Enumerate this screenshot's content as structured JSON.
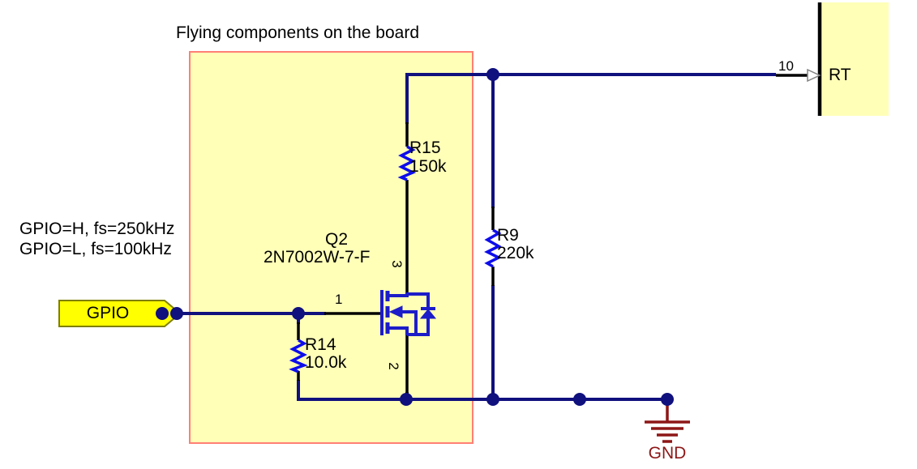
{
  "title": "Flying components on the board",
  "note": {
    "line1": "GPIO=H, fs=250kHz",
    "line2": "GPIO=L, fs=100kHz"
  },
  "gpio_port": {
    "label": "GPIO"
  },
  "transistor": {
    "designator": "Q2",
    "part_number": "2N7002W-7-F",
    "pin_gate": "1",
    "pin_source": "2",
    "pin_drain": "3"
  },
  "resistors": {
    "r15": {
      "designator": "R15",
      "value": "150k"
    },
    "r9": {
      "designator": "R9",
      "value": "220k"
    },
    "r14": {
      "designator": "R14",
      "value": "10.0k"
    }
  },
  "ic_pin": {
    "number": "10",
    "name": "RT"
  },
  "ground": {
    "label": "GND"
  },
  "colors": {
    "wire": "#10107E",
    "pin": "#000000",
    "resistor": "#0D0DEB",
    "mosfet": "#1C1CC9",
    "ground": "#8E1616",
    "box_fill": "#FFFFB8",
    "box_border": "#FF8075",
    "flag_fill": "#FFFF00",
    "flag_border": "#7F7F00",
    "ic_fill": "#FFFFB8",
    "text": "#000000"
  }
}
